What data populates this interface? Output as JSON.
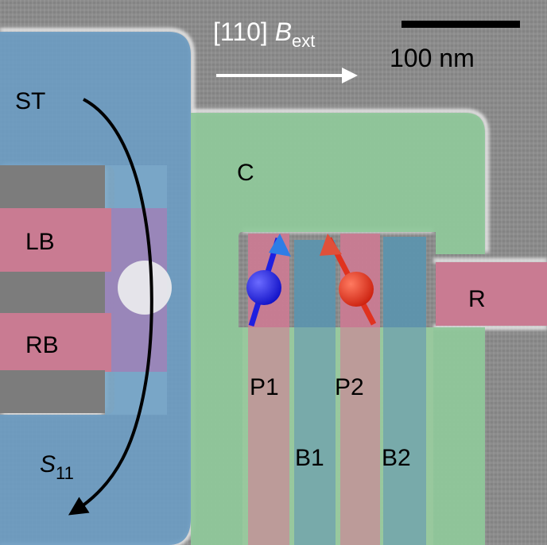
{
  "figure": {
    "field_label": {
      "crystal": "[110]",
      "symbol": "B",
      "subscript": "ext"
    },
    "scale_bar": {
      "label": "100 nm"
    },
    "gates": {
      "ST": "ST",
      "C": "C",
      "LB": "LB",
      "RB": "RB",
      "R": "R",
      "P1": "P1",
      "P2": "P2",
      "B1": "B1",
      "B2": "B2"
    },
    "reflection": {
      "symbol": "S",
      "subscript": "11"
    },
    "colors": {
      "substrate": "#8d8d8d",
      "edge_glow": "#f2f2f2",
      "ST_blue": "#6d9cc2",
      "C_green": "#8fc79a",
      "plunger_pink": "#c97b92",
      "barrier_teal": "#5d93ad",
      "spin_left": "#1f1fe0",
      "spin_right": "#e0321f",
      "arrow": "#000000"
    }
  }
}
